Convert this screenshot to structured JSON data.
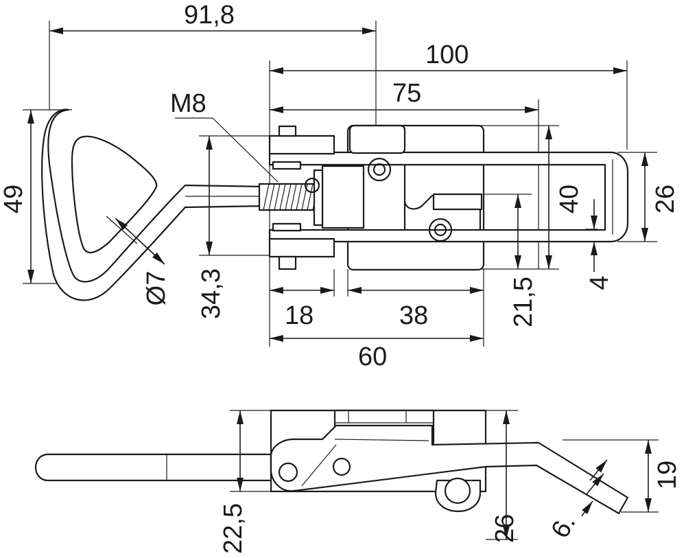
{
  "top_view": {
    "dims": {
      "overall_handle": "91,8",
      "overall_length": "100",
      "hole_span": "75",
      "thread": "M8",
      "handle_height": "49",
      "base_height": "40",
      "strap_width": "26",
      "hook_thickness": "4",
      "wire_diameter": "Ø7",
      "body_height": "34,3",
      "plate_a": "18",
      "plate_b": "38",
      "hole_offset": "21,5",
      "base_length": "60"
    }
  },
  "side_view": {
    "dims": {
      "body_height": "22,5",
      "base_height": "26",
      "hook_height": "19",
      "hook_angle": "6."
    }
  }
}
